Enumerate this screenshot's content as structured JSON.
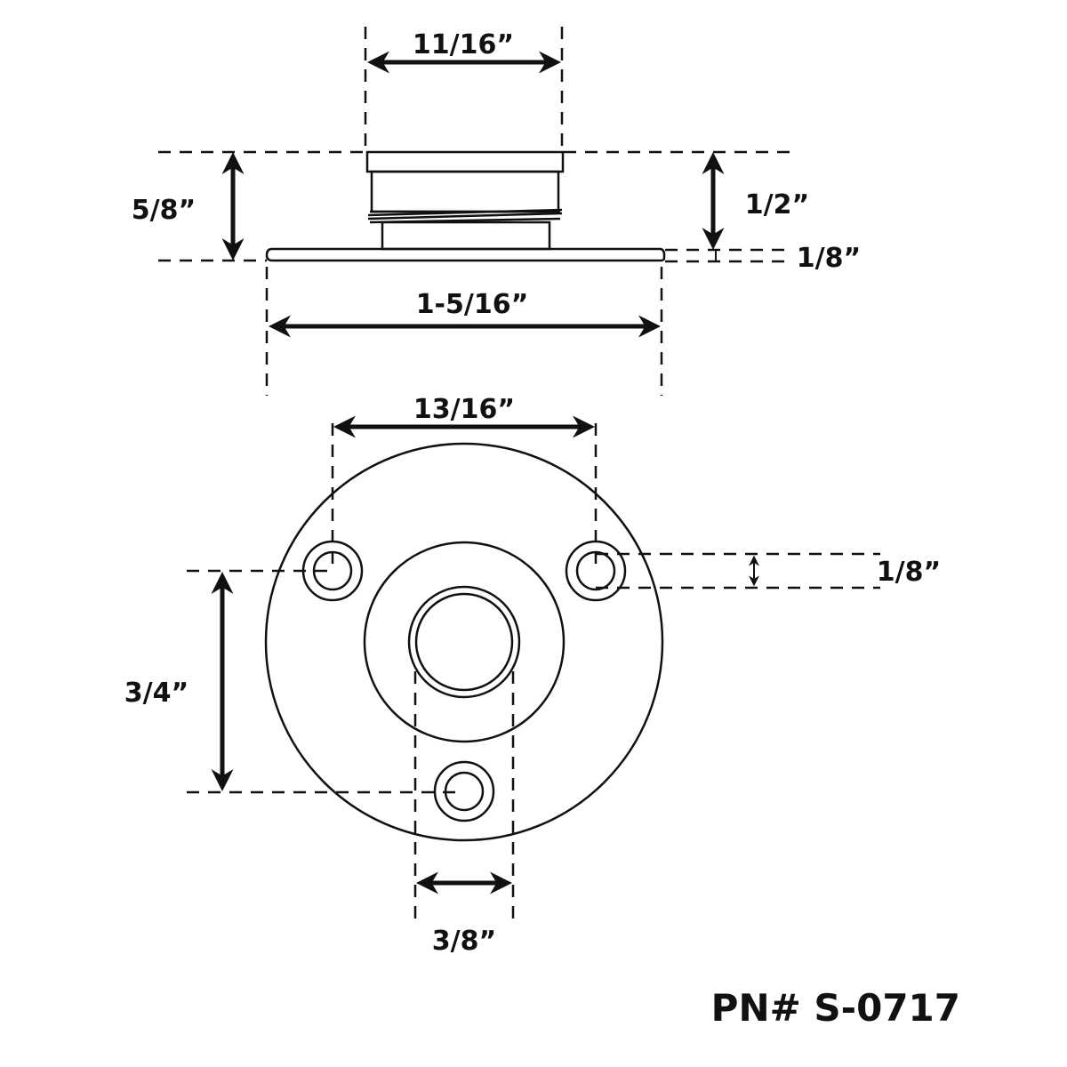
{
  "dimensions": {
    "top_width": "11/16”",
    "overall_height": "5/8”",
    "neck_height": "1/2”",
    "flange_thickness": "1/8”",
    "flange_diameter": "1-5/16”",
    "hole_spacing_width": "13/16”",
    "hole_diameter": "1/8”",
    "hole_spacing_height": "3/4”",
    "bottom_width": "3/8”"
  },
  "part_number": "PN# S-0717",
  "colors": {
    "ink": "#111111",
    "background": "#ffffff"
  }
}
